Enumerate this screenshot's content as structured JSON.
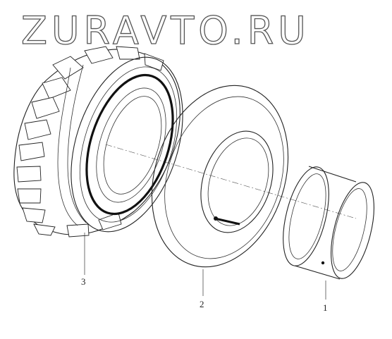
{
  "watermark": {
    "text": "ZURAVTO.RU"
  },
  "callouts": [
    {
      "id": "tire",
      "number": "3"
    },
    {
      "id": "tube",
      "number": "2"
    },
    {
      "id": "rim",
      "number": "1"
    }
  ],
  "colors": {
    "line": "#222222",
    "background": "#ffffff"
  }
}
